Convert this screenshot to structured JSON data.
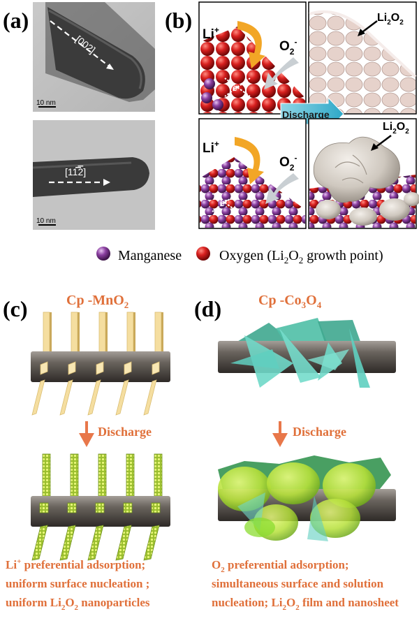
{
  "panels": {
    "a": {
      "label": "(a)",
      "top_direction": "[002]",
      "bottom_direction_prefix": "[11",
      "bottom_direction_digit": "2",
      "bottom_direction_suffix": "]",
      "scale_bar_top": "10 nm",
      "scale_bar_bottom": "10 nm"
    },
    "b": {
      "label": "(b)",
      "li_ion": "Li",
      "li_ion_sup": "+",
      "superoxide": "O",
      "superoxide_sub": "2",
      "superoxide_sup": "-",
      "electron": "e",
      "electron_sup": "-",
      "product_main": "Li",
      "product_sub": "2",
      "product_rest": "O",
      "product_sub2": "2",
      "discharge": "Discharge"
    },
    "legend": {
      "manganese": "Manganese",
      "oxygen_prefix": "Oxygen (Li",
      "oxygen_sub1": "2",
      "oxygen_mid": "O",
      "oxygen_sub2": "2",
      "oxygen_suffix": " growth point)"
    },
    "c": {
      "label": "(c)",
      "title_prefix": "Cp -MnO",
      "title_sub": "2",
      "discharge": "Discharge",
      "caption_line1_a": "Li",
      "caption_line1_sup": "+",
      "caption_line1_b": " preferential adsorption;",
      "caption_line2": "uniform surface nucleation ;",
      "caption_line3_a": "uniform Li",
      "caption_line3_sub1": "2",
      "caption_line3_b": "O",
      "caption_line3_sub2": "2",
      "caption_line3_c": " nanoparticles"
    },
    "d": {
      "label": "(d)",
      "title_prefix": "Cp -Co",
      "title_sub1": "3",
      "title_mid": "O",
      "title_sub2": "4",
      "discharge": "Discharge",
      "caption_line1_a": "O",
      "caption_line1_sub": "2",
      "caption_line1_b": "  preferential adsorption;",
      "caption_line2": "simultaneous  surface and solution",
      "caption_line3_a": "nucleation;  Li",
      "caption_line3_sub1": "2",
      "caption_line3_b": "O",
      "caption_line3_sub2": "2",
      "caption_line3_c": " film and nanosheet"
    }
  },
  "colors": {
    "caption_orange": "#e0703a",
    "arrow_orange": "#e8774a",
    "teal": "#5fcfc0",
    "pillar_yellow": "#f5dea0",
    "rod_grey": "#6b6560",
    "oxygen_red": "#d8201f",
    "manganese_purple": "#8a3fa0"
  }
}
